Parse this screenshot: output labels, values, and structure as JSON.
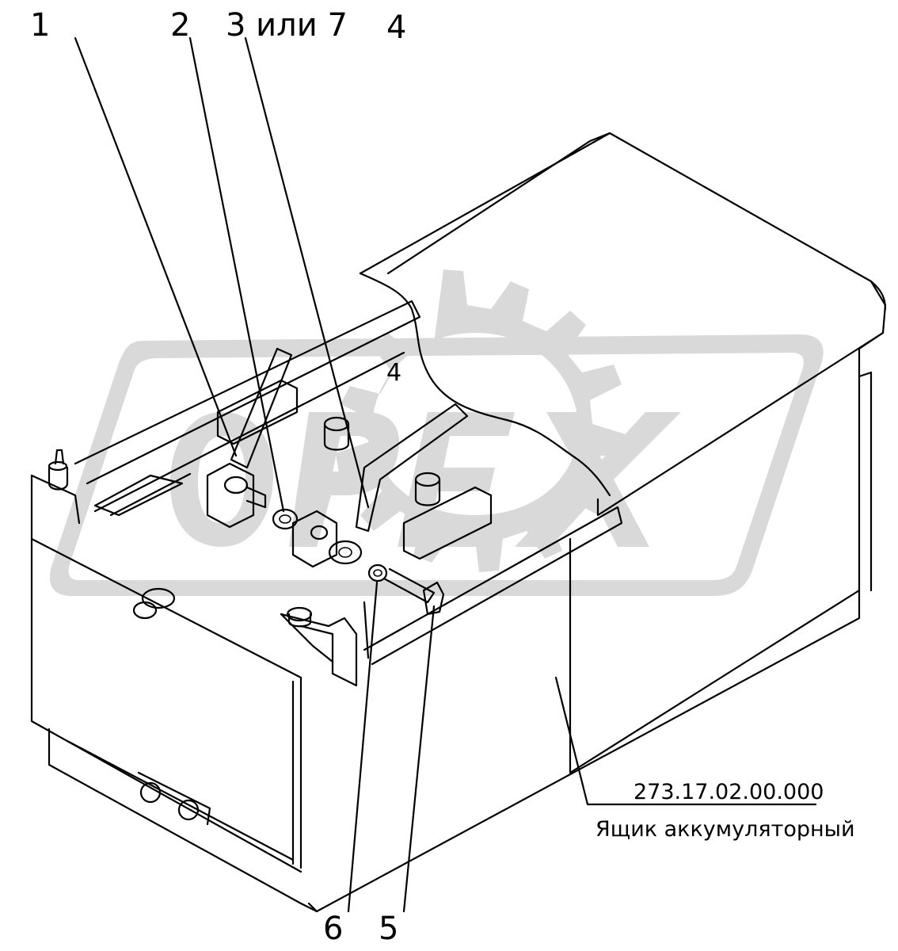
{
  "callouts": {
    "c1": "1",
    "c2": "2",
    "c3": "3 или 7",
    "c4": "4",
    "c5": "5",
    "c6": "6"
  },
  "caption": {
    "code": "273.17.02.00.000",
    "name": "Ящик аккумуляторный"
  },
  "watermark": {
    "text": "OPEX"
  },
  "colors": {
    "line": "#000000",
    "watermark": "#d9d9d9",
    "background": "#ffffff"
  }
}
